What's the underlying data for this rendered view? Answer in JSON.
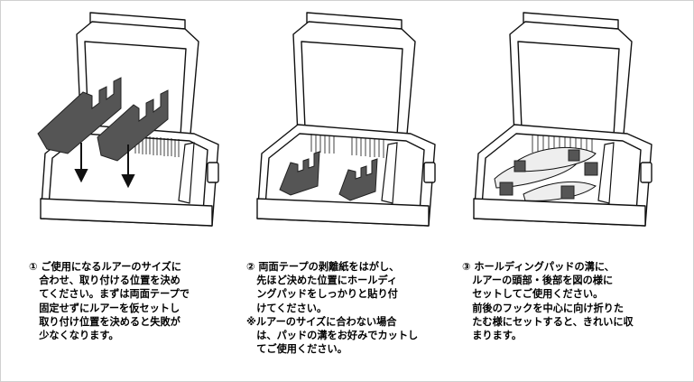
{
  "steps": [
    {
      "lines": [
        "① ご使用になるルアーのサイズに",
        "　合わせ、取り付ける位置を決め",
        "　てください。まずは両面テープで",
        "　固定せずにルアーを仮セットし",
        "　取り付け位置を決めると失敗が",
        "　少なくなります。"
      ]
    },
    {
      "lines": [
        "② 両面テープの剥離紙をはがし、",
        "　先ほど決めた位置にホールディ",
        "　ングパッドをしっかりと貼り付",
        "　けてください。",
        "※ルアーのサイズに合わない場合",
        "　は、パッドの溝をお好みでカットし",
        "　てご使用ください。"
      ]
    },
    {
      "lines": [
        "③ ホールディングパッドの溝に、",
        "　ルアーの頭部・後部を図の様に",
        "　セットしてご使用ください。",
        "　前後のフックを中心に向け折りた",
        "　たむ様にセットすると、きれいに収",
        "　まります。"
      ]
    }
  ],
  "colors": {
    "line": "#111111",
    "pad": "#555555",
    "pad_dark": "#333333",
    "box_fill": "#ffffff",
    "lure": "#e8e8e8"
  }
}
